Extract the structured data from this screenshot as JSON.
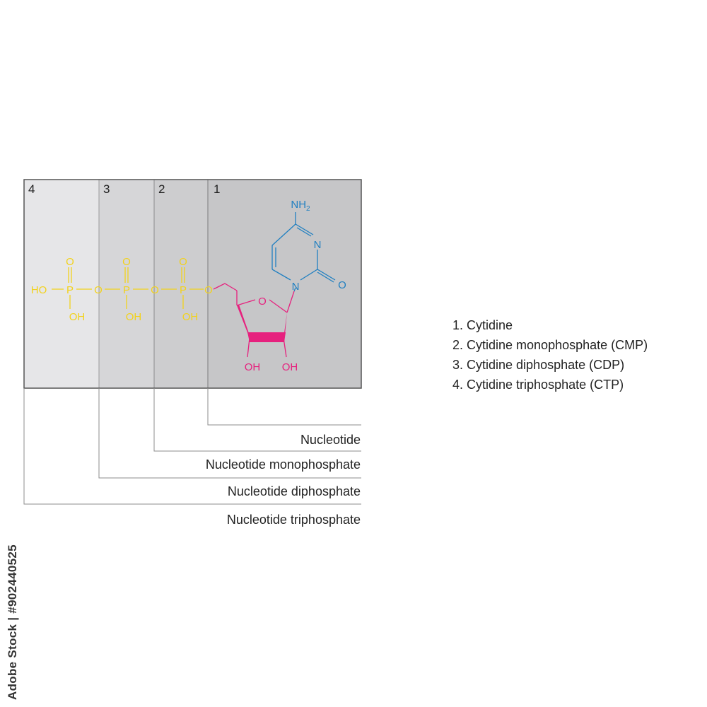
{
  "boxes": [
    {
      "number": "4"
    },
    {
      "number": "3"
    },
    {
      "number": "2"
    },
    {
      "number": "1"
    }
  ],
  "labels": {
    "nucleotide": "Nucleotide",
    "monophosphate": "Nucleotide monophosphate",
    "diphosphate": "Nucleotide diphosphate",
    "triphosphate": "Nucleotide triphosphate"
  },
  "legend": [
    "1. Cytidine",
    "2. Cytidine monophosphate (CMP)",
    "3. Cytidine diphosphate (CDP)",
    "4. Cytidine triphosphate (CTP)"
  ],
  "molecule": {
    "ho": "HO",
    "p": "P",
    "o": "O",
    "oh": "OH",
    "n": "N",
    "nh": "NH",
    "sub2": "2"
  },
  "colors": {
    "phosphate": "#f2d21c",
    "sugar": "#e6217e",
    "base": "#1f7fc1",
    "box4": "#e6e6e8",
    "box3": "#d6d6d8",
    "box2": "#cdcdcf",
    "box1": "#c6c6c8"
  },
  "watermark": "Adobe Stock | #902440525"
}
